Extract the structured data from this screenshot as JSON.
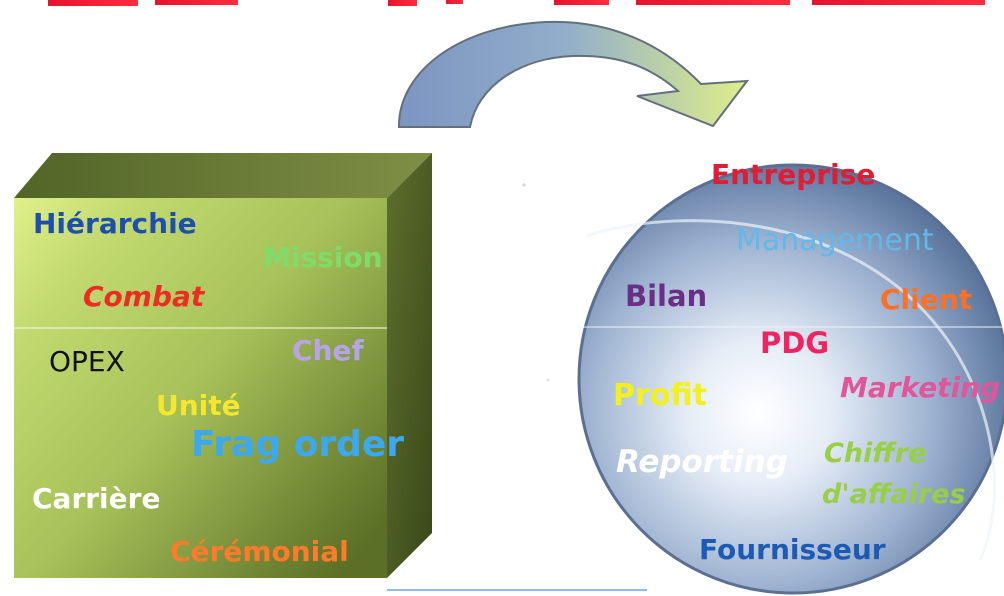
{
  "left_block": {
    "words": [
      {
        "text": "Hiérarchie",
        "color": "#1f4fae"
      },
      {
        "text": "Mission",
        "color": "#7fdc68"
      },
      {
        "text": "Combat",
        "color": "#ef2b22"
      },
      {
        "text": "Chef",
        "color": "#b6a3ea"
      },
      {
        "text": "OPEX",
        "color": "#111111"
      },
      {
        "text": "Unité",
        "color": "#f5e62e"
      },
      {
        "text": "Frag order",
        "color": "#3ba8f1"
      },
      {
        "text": "Carrière",
        "color": "#ffffff"
      },
      {
        "text": "Cérémonial",
        "color": "#ff7a2a"
      }
    ]
  },
  "right_sphere": {
    "words": [
      {
        "text": "Entreprise",
        "color": "#e01d35"
      },
      {
        "text": "Management",
        "color": "#63b8e8"
      },
      {
        "text": "Bilan",
        "color": "#6b2e87"
      },
      {
        "text": "Client",
        "color": "#ff6f24"
      },
      {
        "text": "PDG",
        "color": "#f0245f"
      },
      {
        "text": "Profit",
        "color": "#f2f11c"
      },
      {
        "text": "Marketing",
        "color": "#e2559b"
      },
      {
        "text": "Reporting",
        "color": "#ffffff"
      },
      {
        "text": "Chiffre",
        "color": "#98cf46"
      },
      {
        "text": "d'affaires",
        "color": "#98cf46"
      },
      {
        "text": "Fournisseur",
        "color": "#1c5ab4"
      }
    ]
  },
  "colors": {
    "arrow_blue": "#7d95c1",
    "arrow_green": "#d8ec88",
    "cube_front_dark": "#556723",
    "cube_front_light": "#d7ec85",
    "sphere_dark": "#506a93",
    "sphere_light": "#f4f7fb",
    "title_red": "#e3152d"
  },
  "icons": {
    "transition": "curved-arrow-icon"
  }
}
